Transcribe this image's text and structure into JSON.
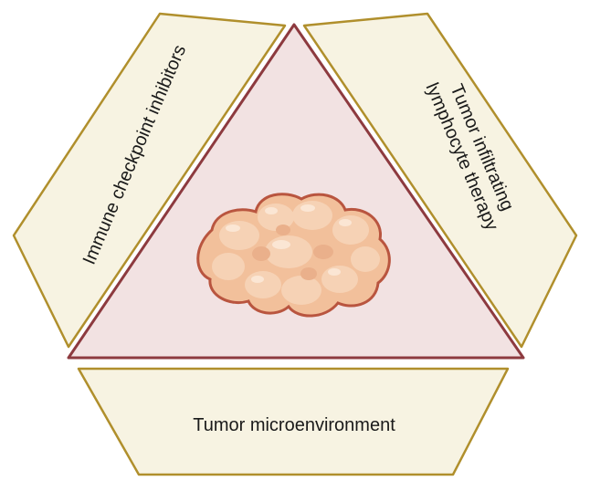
{
  "diagram": {
    "panels": {
      "left": {
        "label": "Immune checkpoint inhibitors"
      },
      "right": {
        "line1": "Tumor infiltrating",
        "line2": "lymphocyte therapy"
      },
      "bottom": {
        "label": "Tumor microenvironment"
      }
    },
    "center": {
      "icon": "tumor-icon"
    },
    "colors": {
      "panel_fill": "#f7f3e2",
      "panel_stroke": "#b08f2c",
      "triangle_fill": "#f2e2e2",
      "triangle_stroke": "#8d3a3f",
      "tumor_fill": "#f2c09b",
      "tumor_stroke": "#b9553f"
    }
  }
}
